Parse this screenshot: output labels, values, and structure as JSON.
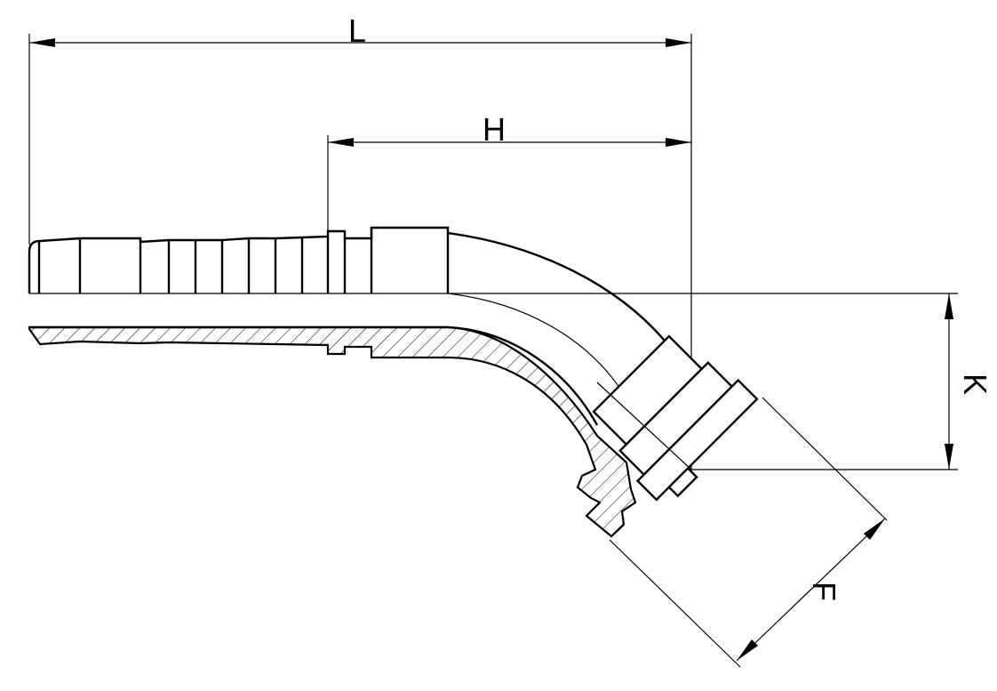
{
  "dimensions": {
    "L": "L",
    "H": "H",
    "K": "K",
    "F": "F"
  },
  "colors": {
    "line": "#000000",
    "background": "#ffffff"
  }
}
